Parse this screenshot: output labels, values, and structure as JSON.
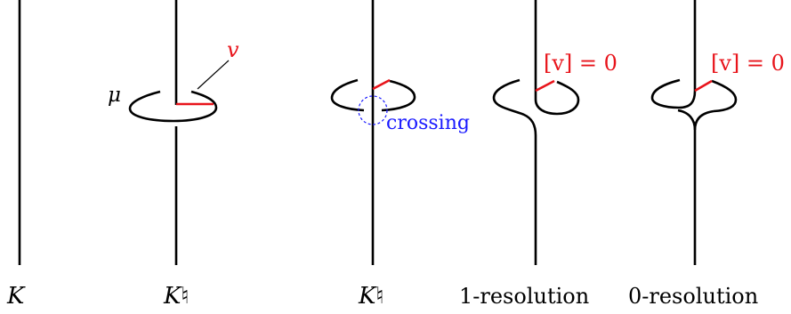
{
  "labels": {
    "panel1": "K",
    "panel2": "K♮",
    "panel3": "K♮",
    "panel4": "1-resolution",
    "panel5": "0-resolution"
  },
  "annotations": {
    "mu": "μ",
    "v": "v",
    "crossing": "crossing",
    "class_zero_1": "[v] = 0",
    "class_zero_2": "[v] = 0"
  },
  "colors": {
    "stroke": "#000000",
    "highlight": "#e8141b",
    "crossing": "#1a1aff"
  }
}
